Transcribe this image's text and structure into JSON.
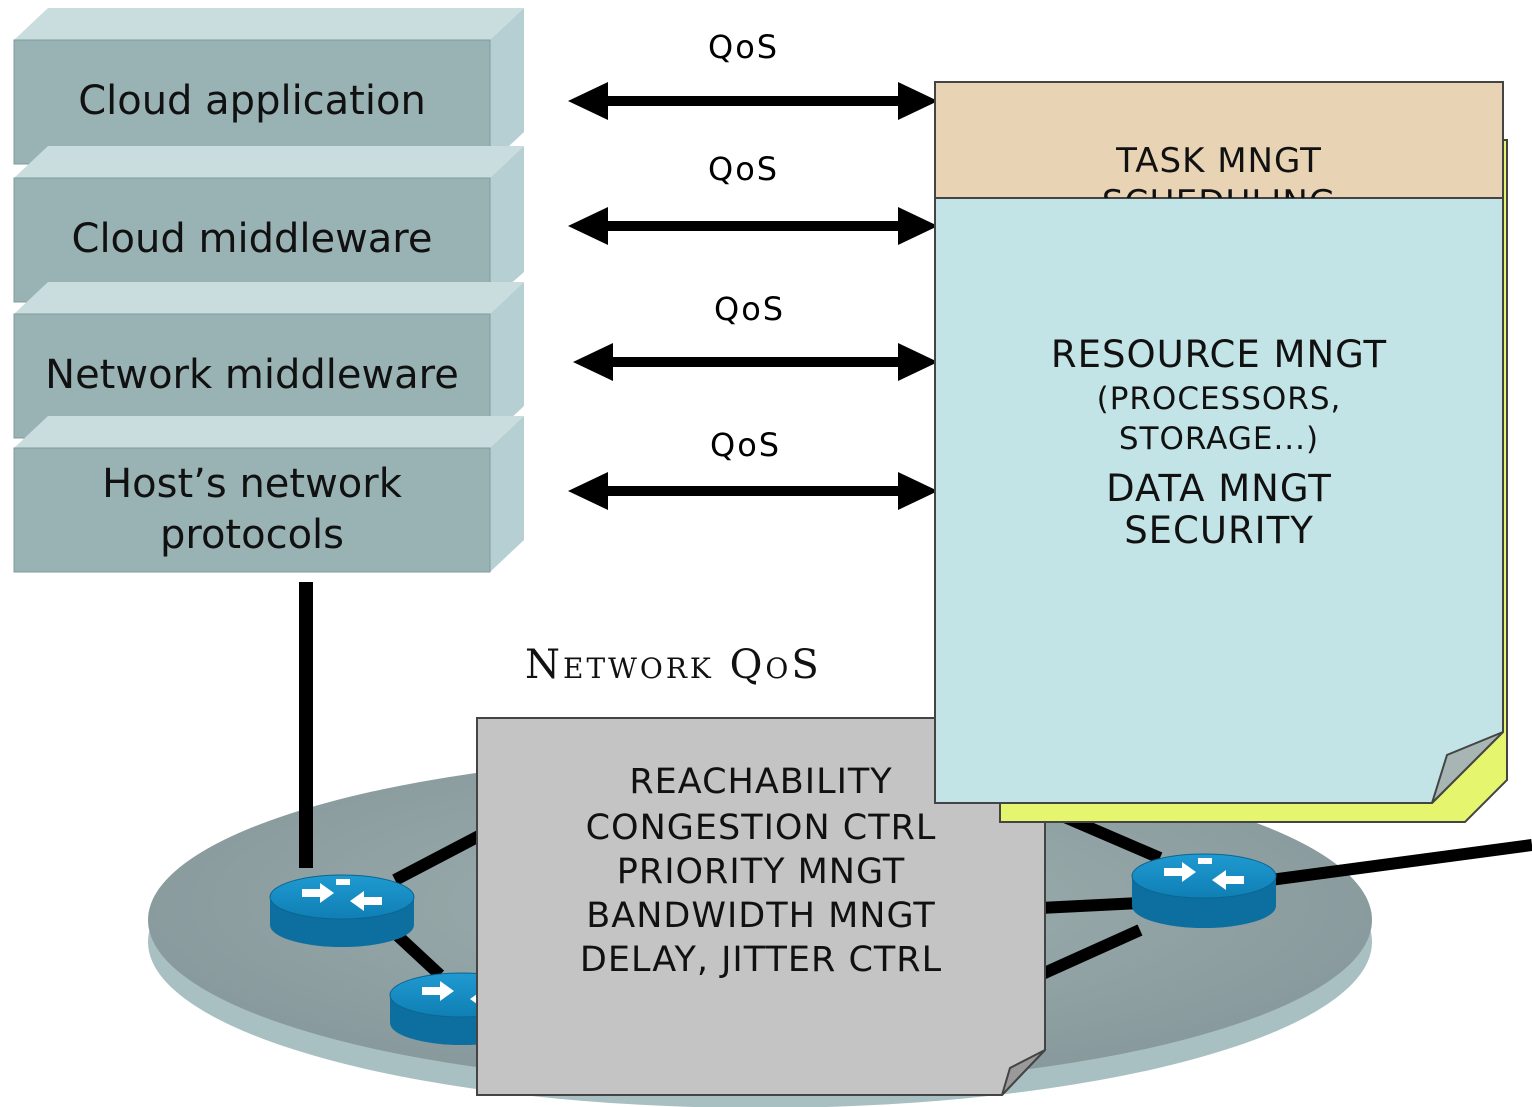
{
  "layers": [
    {
      "label": "Cloud application"
    },
    {
      "label": "Cloud middleware"
    },
    {
      "label": "Network middleware"
    },
    {
      "label": "Host’s network\nprotocols"
    }
  ],
  "qos_labels": [
    "QoS",
    "QoS",
    "QoS",
    "QoS"
  ],
  "task_note": {
    "line1": "TASK MNGT",
    "line2": "SCHEDULING"
  },
  "resource_note": {
    "line1": "RESOURCE MNGT",
    "line2": "(PROCESSORS,",
    "line3": "STORAGE...)",
    "line4": "DATA MNGT",
    "line5": "SECURITY"
  },
  "network_title": "Network QoS",
  "network_note": {
    "line1": "REACHABILITY",
    "line2": "CONGESTION CTRL",
    "line3": "PRIORITY MNGT",
    "line4": "BANDWIDTH MNGT",
    "line5": "DELAY, JITTER CTRL"
  },
  "colors": {
    "layer_face": "#99b3b5",
    "layer_side": "#b5cfd2",
    "task_note": "#e8d3b4",
    "resource_note": "#c3e4e6",
    "resource_back": "#e6f56e",
    "network_note": "#c4c4c4",
    "network_disk": "#8e9f9f",
    "router": "#1a8fc4"
  }
}
